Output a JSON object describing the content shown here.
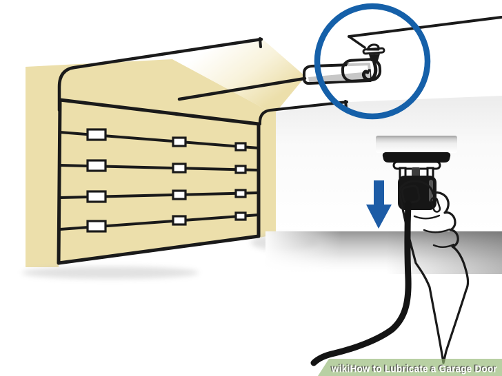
{
  "watermark": {
    "wiki": "wiki",
    "how": "How",
    "rest": " to Lubricate a Garage Door"
  },
  "colors": {
    "outline": "#1A1A1A",
    "callout_blue": "#1560A9",
    "arrow_blue": "#1D5CA6",
    "wall_cream": "#ECDFAB",
    "door_mint": "#E7F4EA",
    "metal_gray": "#CACACA",
    "handle_black": "#161616",
    "watermark_green": "rgba(147,184,116,0.66)"
  },
  "icons": {
    "callout": "magnifier-circle",
    "pull_direction": "arrow-down"
  }
}
